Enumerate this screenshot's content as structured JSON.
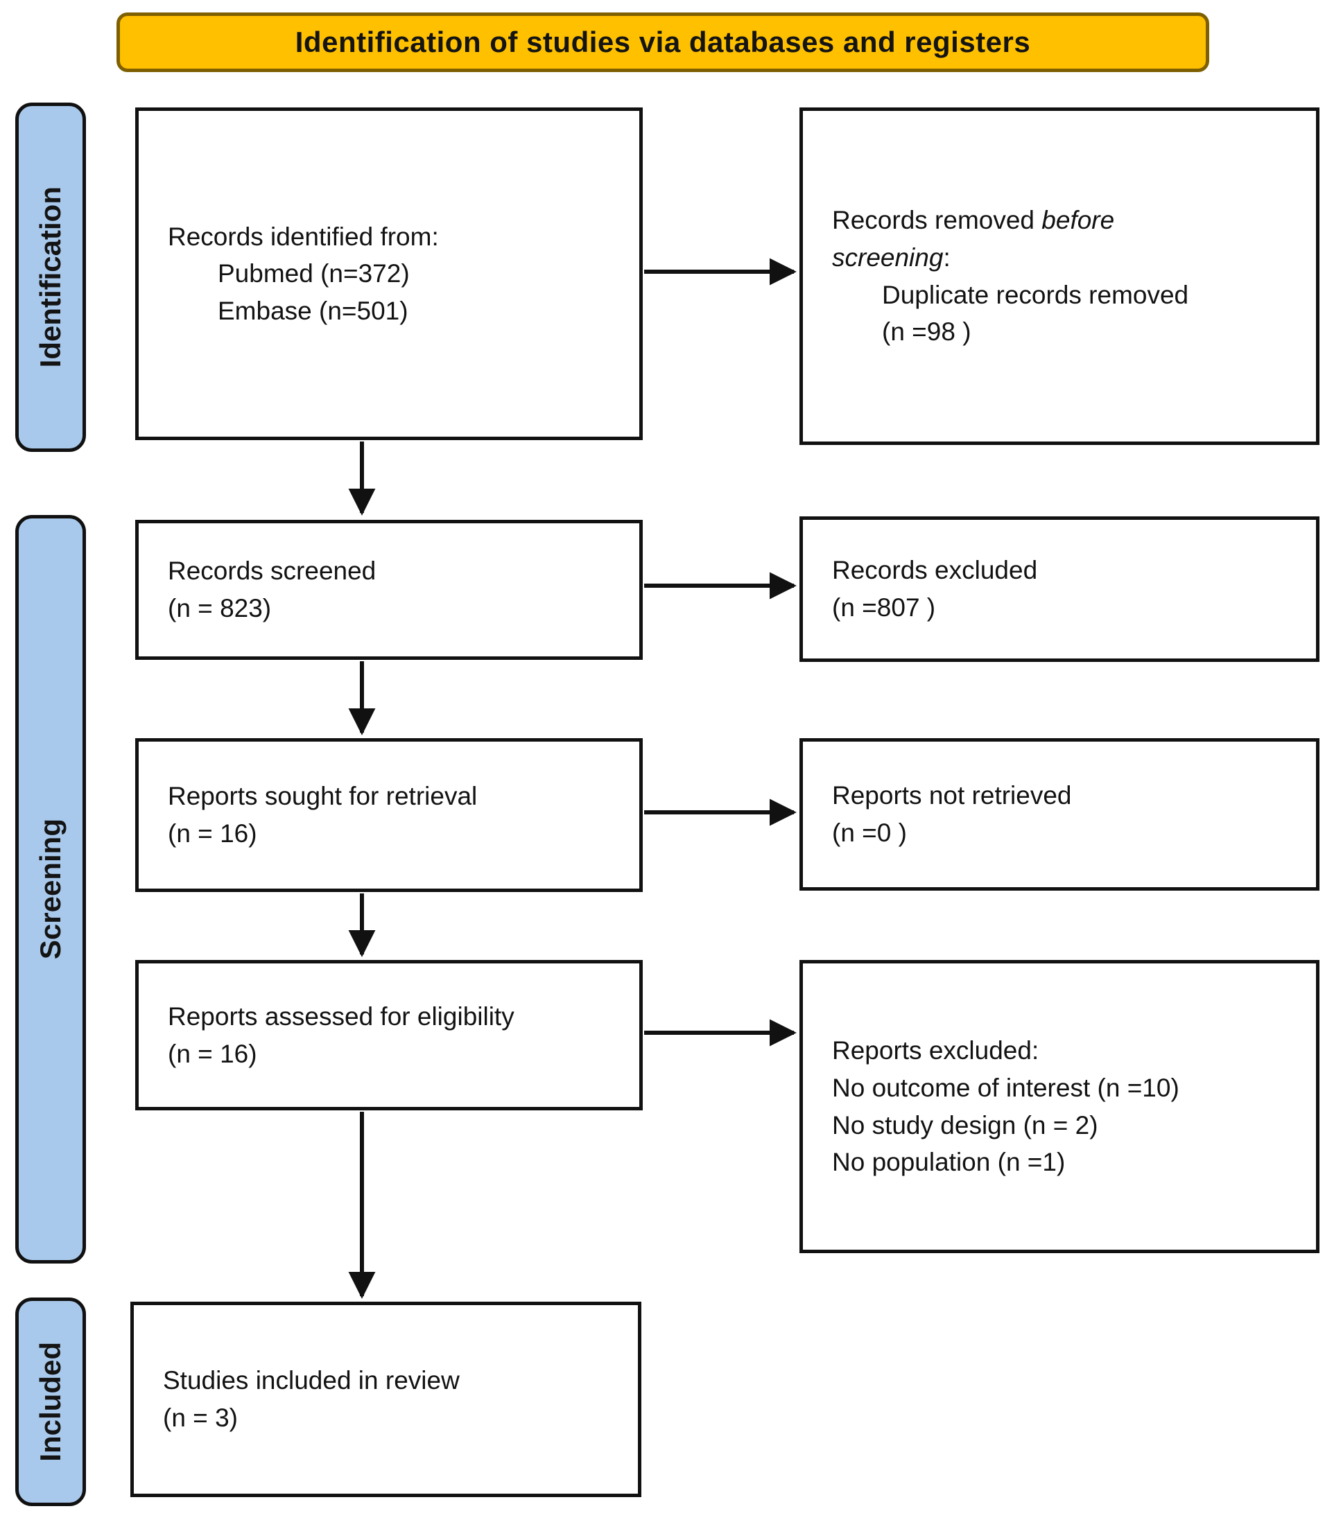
{
  "title_banner": {
    "label": "Identification of studies via databases and registers"
  },
  "stages": [
    {
      "id": "identification",
      "label": "Identification"
    },
    {
      "id": "screening",
      "label": "Screening"
    },
    {
      "id": "included",
      "label": "Included"
    }
  ],
  "boxes": {
    "records_identified": {
      "lines": [
        {
          "segments": [
            {
              "t": "Records identified from:"
            }
          ]
        },
        {
          "indent": true,
          "segments": [
            {
              "t": "Pubmed (n=372)"
            }
          ]
        },
        {
          "indent": true,
          "segments": [
            {
              "t": "Embase (n=501)"
            }
          ]
        }
      ]
    },
    "records_removed": {
      "lines": [
        {
          "segments": [
            {
              "t": "Records removed "
            },
            {
              "t": "before",
              "i": true
            }
          ]
        },
        {
          "segments": [
            {
              "t": "screening",
              "i": true
            },
            {
              "t": ":"
            }
          ]
        },
        {
          "indent": true,
          "segments": [
            {
              "t": "Duplicate records removed"
            }
          ]
        },
        {
          "indent": true,
          "segments": [
            {
              "t": "(n =98 )"
            }
          ]
        }
      ]
    },
    "records_screened": {
      "lines": [
        {
          "segments": [
            {
              "t": "Records screened"
            }
          ]
        },
        {
          "segments": [
            {
              "t": "(n = 823)"
            }
          ]
        }
      ]
    },
    "records_excluded": {
      "lines": [
        {
          "segments": [
            {
              "t": "Records excluded"
            }
          ]
        },
        {
          "segments": [
            {
              "t": "(n =807 )"
            }
          ]
        }
      ]
    },
    "reports_sought": {
      "lines": [
        {
          "segments": [
            {
              "t": "Reports sought for retrieval"
            }
          ]
        },
        {
          "segments": [
            {
              "t": "(n = 16)"
            }
          ]
        }
      ]
    },
    "reports_not_retrieved": {
      "lines": [
        {
          "segments": [
            {
              "t": "Reports not retrieved"
            }
          ]
        },
        {
          "segments": [
            {
              "t": "(n =0 )"
            }
          ]
        }
      ]
    },
    "reports_assessed": {
      "lines": [
        {
          "segments": [
            {
              "t": "Reports assessed for eligibility"
            }
          ]
        },
        {
          "segments": [
            {
              "t": "(n = 16)"
            }
          ]
        }
      ]
    },
    "reports_excluded": {
      "lines": [
        {
          "segments": [
            {
              "t": "Reports excluded:"
            }
          ]
        },
        {
          "segments": [
            {
              "t": "No outcome of interest (n =10)"
            }
          ]
        },
        {
          "segments": [
            {
              "t": "No study design (n = 2)"
            }
          ]
        },
        {
          "segments": [
            {
              "t": "No population (n =1)"
            }
          ]
        }
      ]
    },
    "studies_included": {
      "lines": [
        {
          "segments": [
            {
              "t": "Studies included in review"
            }
          ]
        },
        {
          "segments": [
            {
              "t": "(n = 3)"
            }
          ]
        }
      ]
    }
  },
  "colors": {
    "banner_fill": "#FFC000",
    "banner_border": "#7F6000",
    "stage_fill": "#A9C9EC",
    "stage_border": "#111111",
    "box_border": "#111111",
    "arrow": "#111111"
  }
}
